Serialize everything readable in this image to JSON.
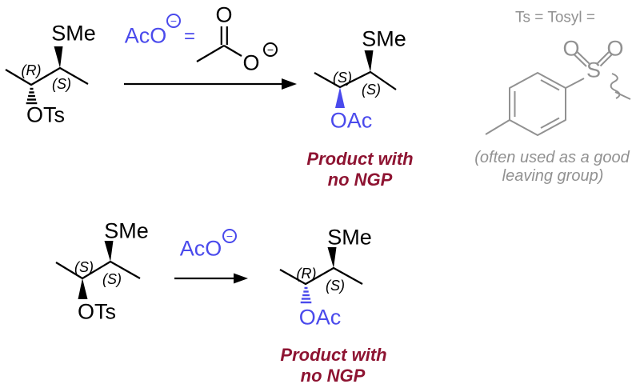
{
  "colors": {
    "accent_blue": "#4a4aec",
    "caption_red": "#8e1432",
    "muted_gray": "#919191",
    "bond_black": "#000000"
  },
  "top_reaction": {
    "reactant": {
      "top_group": "SMe",
      "left_stereo": "(R)",
      "right_stereo": "(S)",
      "bottom_group": "OTs"
    },
    "reagent": {
      "label": "AcO",
      "charge_sign": "−",
      "equals_sign": "="
    },
    "acetate": {
      "carbonyl_oxygen": "O",
      "anionic_oxygen": "O",
      "charge_sign": "−"
    },
    "product": {
      "top_group": "SMe",
      "left_stereo": "(S)",
      "right_stereo": "(S)",
      "bottom_group": "OAc",
      "caption_line1": "Product with",
      "caption_line2": "no NGP"
    }
  },
  "tosyl_legend": {
    "title": "Ts = Tosyl =",
    "sulfur_label": "S",
    "oxygen_left": "O",
    "oxygen_right": "O",
    "note_line1": "(often used as a good",
    "note_line2": "leaving group)"
  },
  "bottom_reaction": {
    "reactant": {
      "top_group": "SMe",
      "left_stereo": "(S)",
      "right_stereo": "(S)",
      "bottom_group": "OTs"
    },
    "reagent": {
      "label": "AcO",
      "charge_sign": "−"
    },
    "product": {
      "top_group": "SMe",
      "left_stereo": "(R)",
      "right_stereo": "(S)",
      "bottom_group": "OAc",
      "caption_line1": "Product with",
      "caption_line2": "no NGP"
    }
  }
}
